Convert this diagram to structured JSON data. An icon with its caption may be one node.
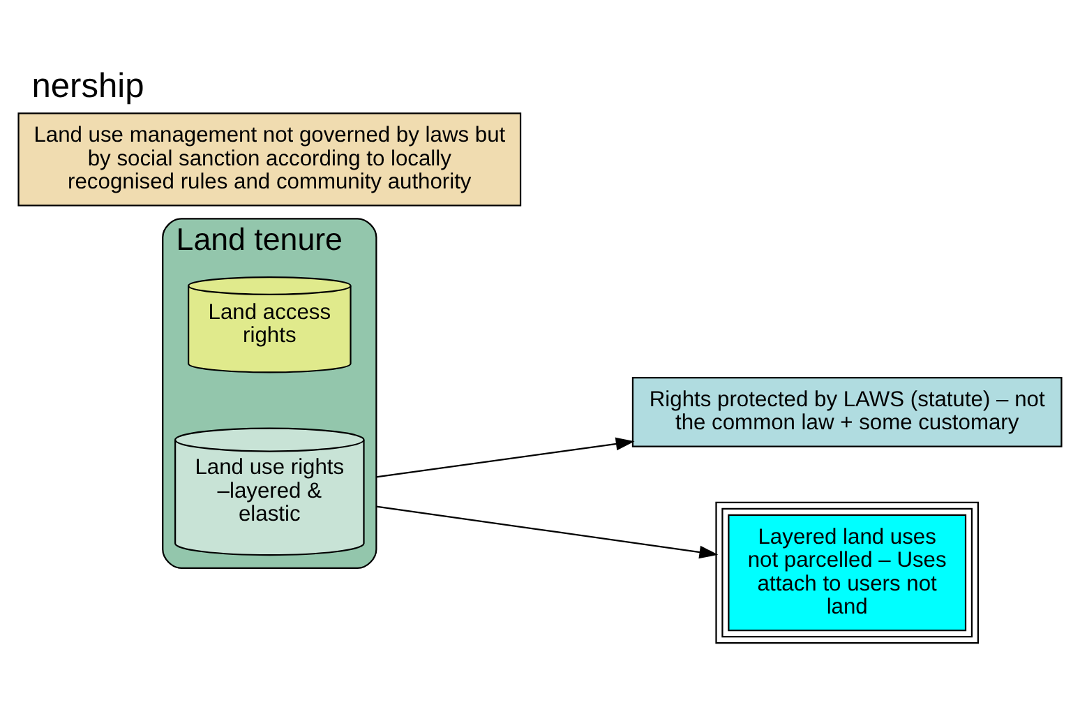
{
  "diagram": {
    "title": "nership",
    "nodes": [
      {
        "text": [
          "Land tenure"
        ]
      },
      {
        "text": [
          "Land access rights"
        ],
        "in": 0
      },
      {
        "text": [
          "Land use rights –layered & elastic"
        ],
        "in": 0
      },
      {
        "text": [
          "Rights protected by LAWS (statute) – not the common law + some customary"
        ]
      },
      {
        "text": [
          "Land use management not governed by laws but by social sanction according to locally recognised rules and community authority"
        ]
      },
      {
        "text": [
          "Layered land uses not parcelled – Uses attach to users not land"
        ]
      }
    ],
    "edges": [
      {
        "from": 0,
        "to": 5,
        "arrow": "to"
      },
      {
        "from": 0,
        "to": 3,
        "arrow": "to"
      }
    ]
  }
}
